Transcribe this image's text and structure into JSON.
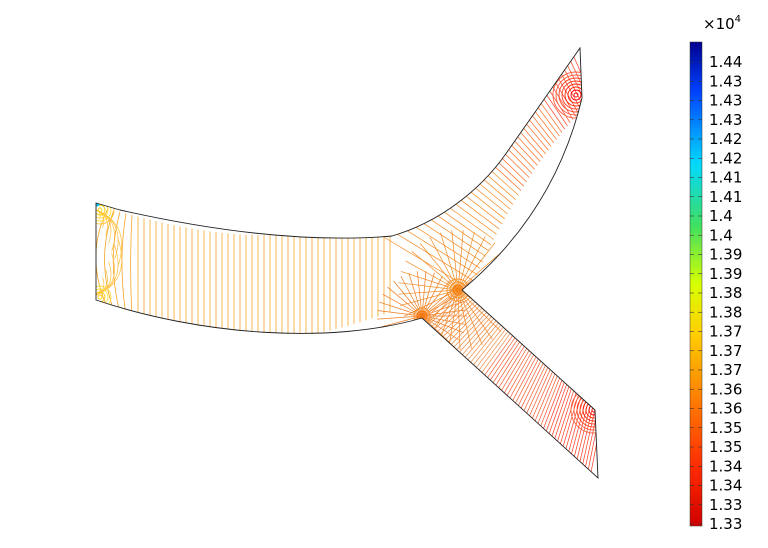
{
  "chart_data": {
    "type": "contour",
    "title": "",
    "xlabel": "",
    "ylabel": "",
    "grid": false,
    "colorbar": {
      "position": "right",
      "multiplier": "×10",
      "multiplier_exponent": "4",
      "range": [
        1.33,
        1.44
      ],
      "tick_labels": [
        "1.44",
        "1.43",
        "1.43",
        "1.43",
        "1.42",
        "1.42",
        "1.41",
        "1.41",
        "1.4",
        "1.4",
        "1.39",
        "1.39",
        "1.38",
        "1.38",
        "1.37",
        "1.37",
        "1.37",
        "1.36",
        "1.36",
        "1.35",
        "1.35",
        "1.34",
        "1.34",
        "1.33",
        "1.33"
      ],
      "colormap": [
        "#d00000",
        "#ff2a00",
        "#ff7f00",
        "#ffd000",
        "#d8ff00",
        "#00d8ff",
        "#0040ff",
        "#00008f"
      ]
    },
    "field": {
      "description_free": true,
      "dominant_range": [
        1.33,
        1.37
      ]
    }
  }
}
